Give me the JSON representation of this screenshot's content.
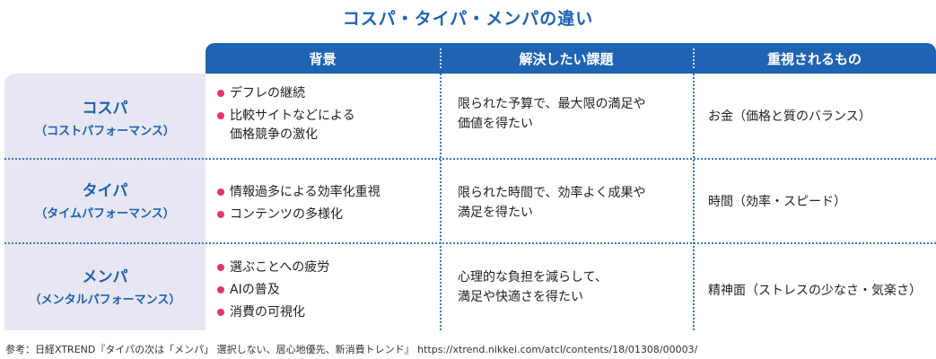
{
  "title": "コスパ・タイパ・メンパの違い",
  "headers": [
    "背景",
    "解決したい課題",
    "重視されるもの"
  ],
  "rows": [
    {
      "label": "コスパ",
      "sublabel": "（コストパフォーマンス）",
      "background": [
        "デフレの継続",
        "比較サイトなどによる",
        "価格競争の激化"
      ],
      "issue": [
        "限られた予算で、最大限の満足や",
        "価値を得たい"
      ],
      "value": "お金（価格と質のバランス）"
    },
    {
      "label": "タイパ",
      "sublabel": "（タイムパフォーマンス）",
      "background": [
        "情報過多による効率化重視",
        "コンテンツの多様化"
      ],
      "issue": [
        "限られた時間で、効率よく成果や",
        "満足を得たい"
      ],
      "value": "時間（効率・スピード）"
    },
    {
      "label": "メンパ",
      "sublabel": "（メンタルパフォーマンス）",
      "background": [
        "選ぶことへの疲労",
        "AIの普及",
        "消費の可視化"
      ],
      "issue": [
        "心理的な負担を減らして、",
        "満足や快適さを得たい"
      ],
      "value": "精神面（ストレスの少なさ・気楽さ）"
    }
  ],
  "footnote": "参考：日経XTREND『タイパの次は「メンパ」 選択しない、居心地優先、新消費トレンド』 https://xtrend.nikkei.com/atcl/contents/18/01308/00003/",
  "colors": {
    "header_bg": "#1f64b3",
    "title": "#1d63b0",
    "label": "#1d5fae",
    "label_bg": "#e6e7f2",
    "bullet": "#e8336f"
  }
}
